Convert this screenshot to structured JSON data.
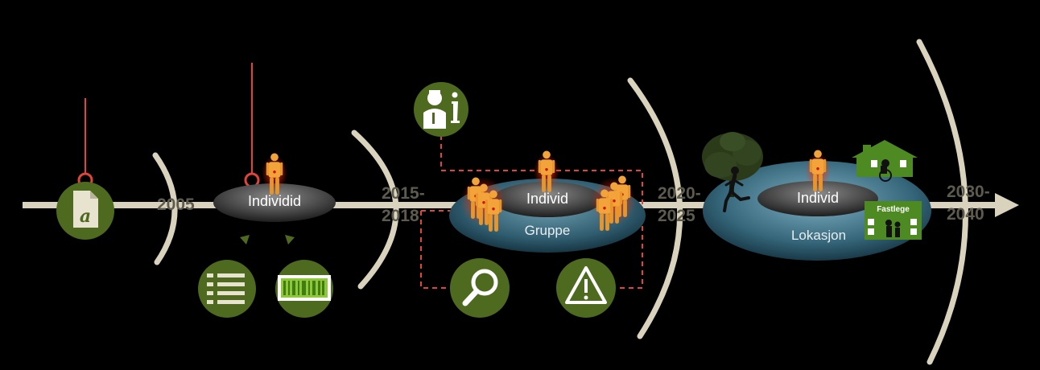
{
  "timeline": {
    "years": [
      "2005",
      "2015-",
      "2018",
      "2020-",
      "2025",
      "2030-",
      "2040"
    ]
  },
  "stages": {
    "stage1": {
      "individ_label": "Individid"
    },
    "stage2": {
      "individ_label": "Individ",
      "group_label": "Gruppe"
    },
    "stage3": {
      "individ_label": "Individ",
      "location_label": "Lokasjon",
      "gp_sign": "Fastlege"
    }
  },
  "icons": [
    "document-a-icon",
    "list-icon",
    "barcode-scanner-icon",
    "health-worker-info-icon",
    "magnifier-icon",
    "warning-icon",
    "tree-icon",
    "runner-icon",
    "nursing-home-icon",
    "gp-office-icon",
    "person-icon"
  ],
  "colors": {
    "timeline": "#d9d3bd",
    "icon_green": "#4d6a1e",
    "marker_red": "#e0443a",
    "person_orange": "#f0a030",
    "group_teal": "#3d6f80",
    "year_text": "#5e5b4e"
  }
}
